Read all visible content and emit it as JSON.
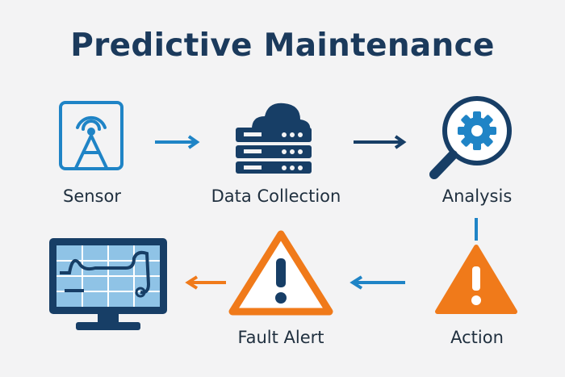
{
  "title": "Predictive Maintenance",
  "steps": {
    "sensor": {
      "label": "Sensor",
      "icon": "sensor-tower-icon"
    },
    "data_collection": {
      "label": "Data Collection",
      "icon": "cloud-server-icon"
    },
    "analysis": {
      "label": "Analysis",
      "icon": "magnifier-gear-icon"
    },
    "action": {
      "label": "Action",
      "icon": "warning-triangle-icon"
    },
    "fault_alert": {
      "label": "Fault Alert",
      "icon": "alert-triangle-outline-icon"
    },
    "monitor": {
      "label": "",
      "icon": "monitor-dashboard-icon"
    }
  },
  "colors": {
    "title": "#1b3a5c",
    "blue": "#1f84c6",
    "navy": "#173e66",
    "orange": "#f07a1a",
    "light_blue": "#8fc3e6"
  }
}
